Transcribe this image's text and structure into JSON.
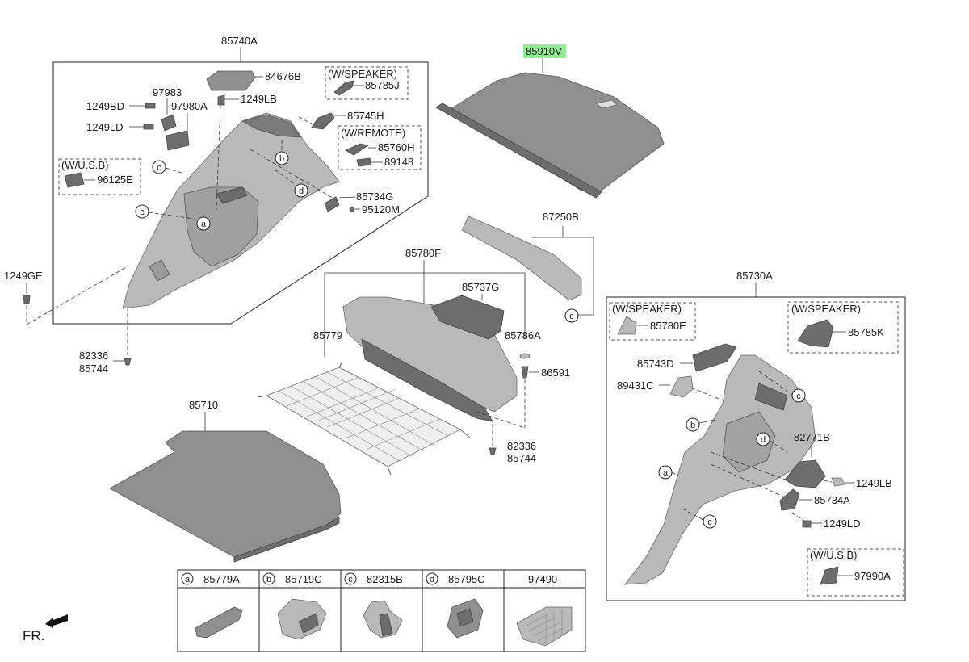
{
  "highlight_color": "#90ee90",
  "labels": {
    "p85740A": "85740A",
    "p84676B": "84676B",
    "w_speaker_1": "(W/SPEAKER)",
    "p85785J": "85785J",
    "p97983": "97983",
    "p1249BD": "1249BD",
    "p97980A": "97980A",
    "p1249LB_1": "1249LB",
    "p85745H": "85745H",
    "w_remote": "(W/REMOTE)",
    "p85760H": "85760H",
    "p1249LD_1": "1249LD",
    "p89148": "89148",
    "w_usb_1": "(W/U.S.B)",
    "p96125E": "96125E",
    "p85734G": "85734G",
    "p95120M": "95120M",
    "p1249GE": "1249GE",
    "p82336_1": "82336",
    "p85744_1": "85744",
    "p85910V": "85910V",
    "p87250B": "87250B",
    "p85780F": "85780F",
    "p85737G": "85737G",
    "p85779": "85779",
    "p85786A": "85786A",
    "p86591": "86591",
    "p82336_2": "82336",
    "p85744_2": "85744",
    "p85710": "85710",
    "p85730A": "85730A",
    "w_speaker_2": "(W/SPEAKER)",
    "p85780E": "85780E",
    "w_speaker_3": "(W/SPEAKER)",
    "p85785K": "85785K",
    "p85743D": "85743D",
    "p89431C": "89431C",
    "p82771B": "82771B",
    "p1249LB_2": "1249LB",
    "p85734A": "85734A",
    "p1249LD_2": "1249LD",
    "w_usb_2": "(W/U.S.B)",
    "p97990A": "97990A",
    "fr": "FR."
  },
  "callouts": {
    "a": "a",
    "b": "b",
    "c": "c",
    "d": "d"
  },
  "legend": [
    {
      "letter": "a",
      "part": "85779A"
    },
    {
      "letter": "b",
      "part": "85719C"
    },
    {
      "letter": "c",
      "part": "82315B"
    },
    {
      "letter": "d",
      "part": "85795C"
    },
    {
      "letter": "",
      "part": "97490"
    }
  ]
}
